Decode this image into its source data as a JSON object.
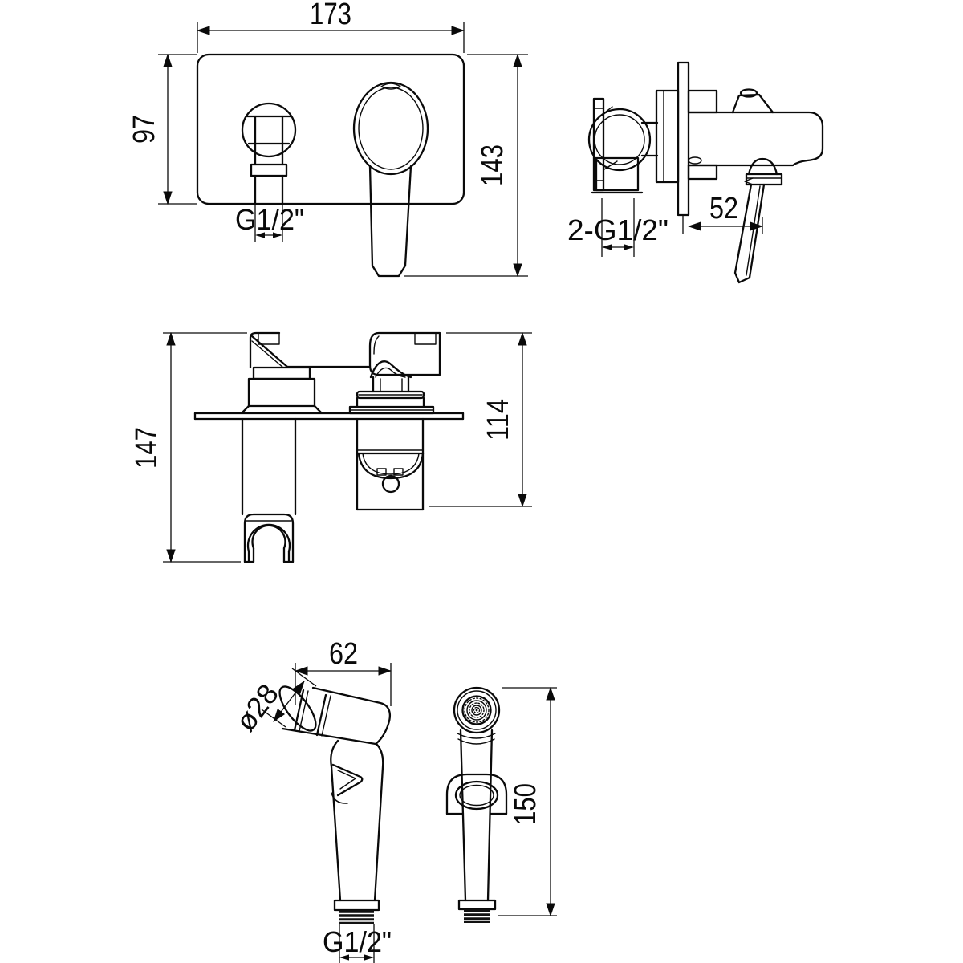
{
  "drawing": {
    "kind": "technical dimension drawing - concealed bidet mixer with hygienic handspray",
    "background": "#ffffff",
    "line_color": "#0a0a0a"
  },
  "views": {
    "front": {
      "label": "front view of wall plate with spout and lever handle",
      "dim_width": "173",
      "dim_plate_height": "97",
      "dim_total_height": "143",
      "dim_spout_thread": "G1/2\""
    },
    "side": {
      "label": "side view of in-wall mixer body",
      "dim_inlet_thread": "2-G1/2\"",
      "dim_handle_offset": "52"
    },
    "top": {
      "label": "top view of mixer with holder",
      "dim_depth_total": "147",
      "dim_depth_body": "114"
    },
    "handspray_side": {
      "label": "handspray side view",
      "dim_head_length": "62",
      "dim_head_diameter": "ø28",
      "dim_connector_thread": "G1/2\""
    },
    "handspray_front": {
      "label": "handspray front view",
      "dim_height": "150"
    }
  }
}
